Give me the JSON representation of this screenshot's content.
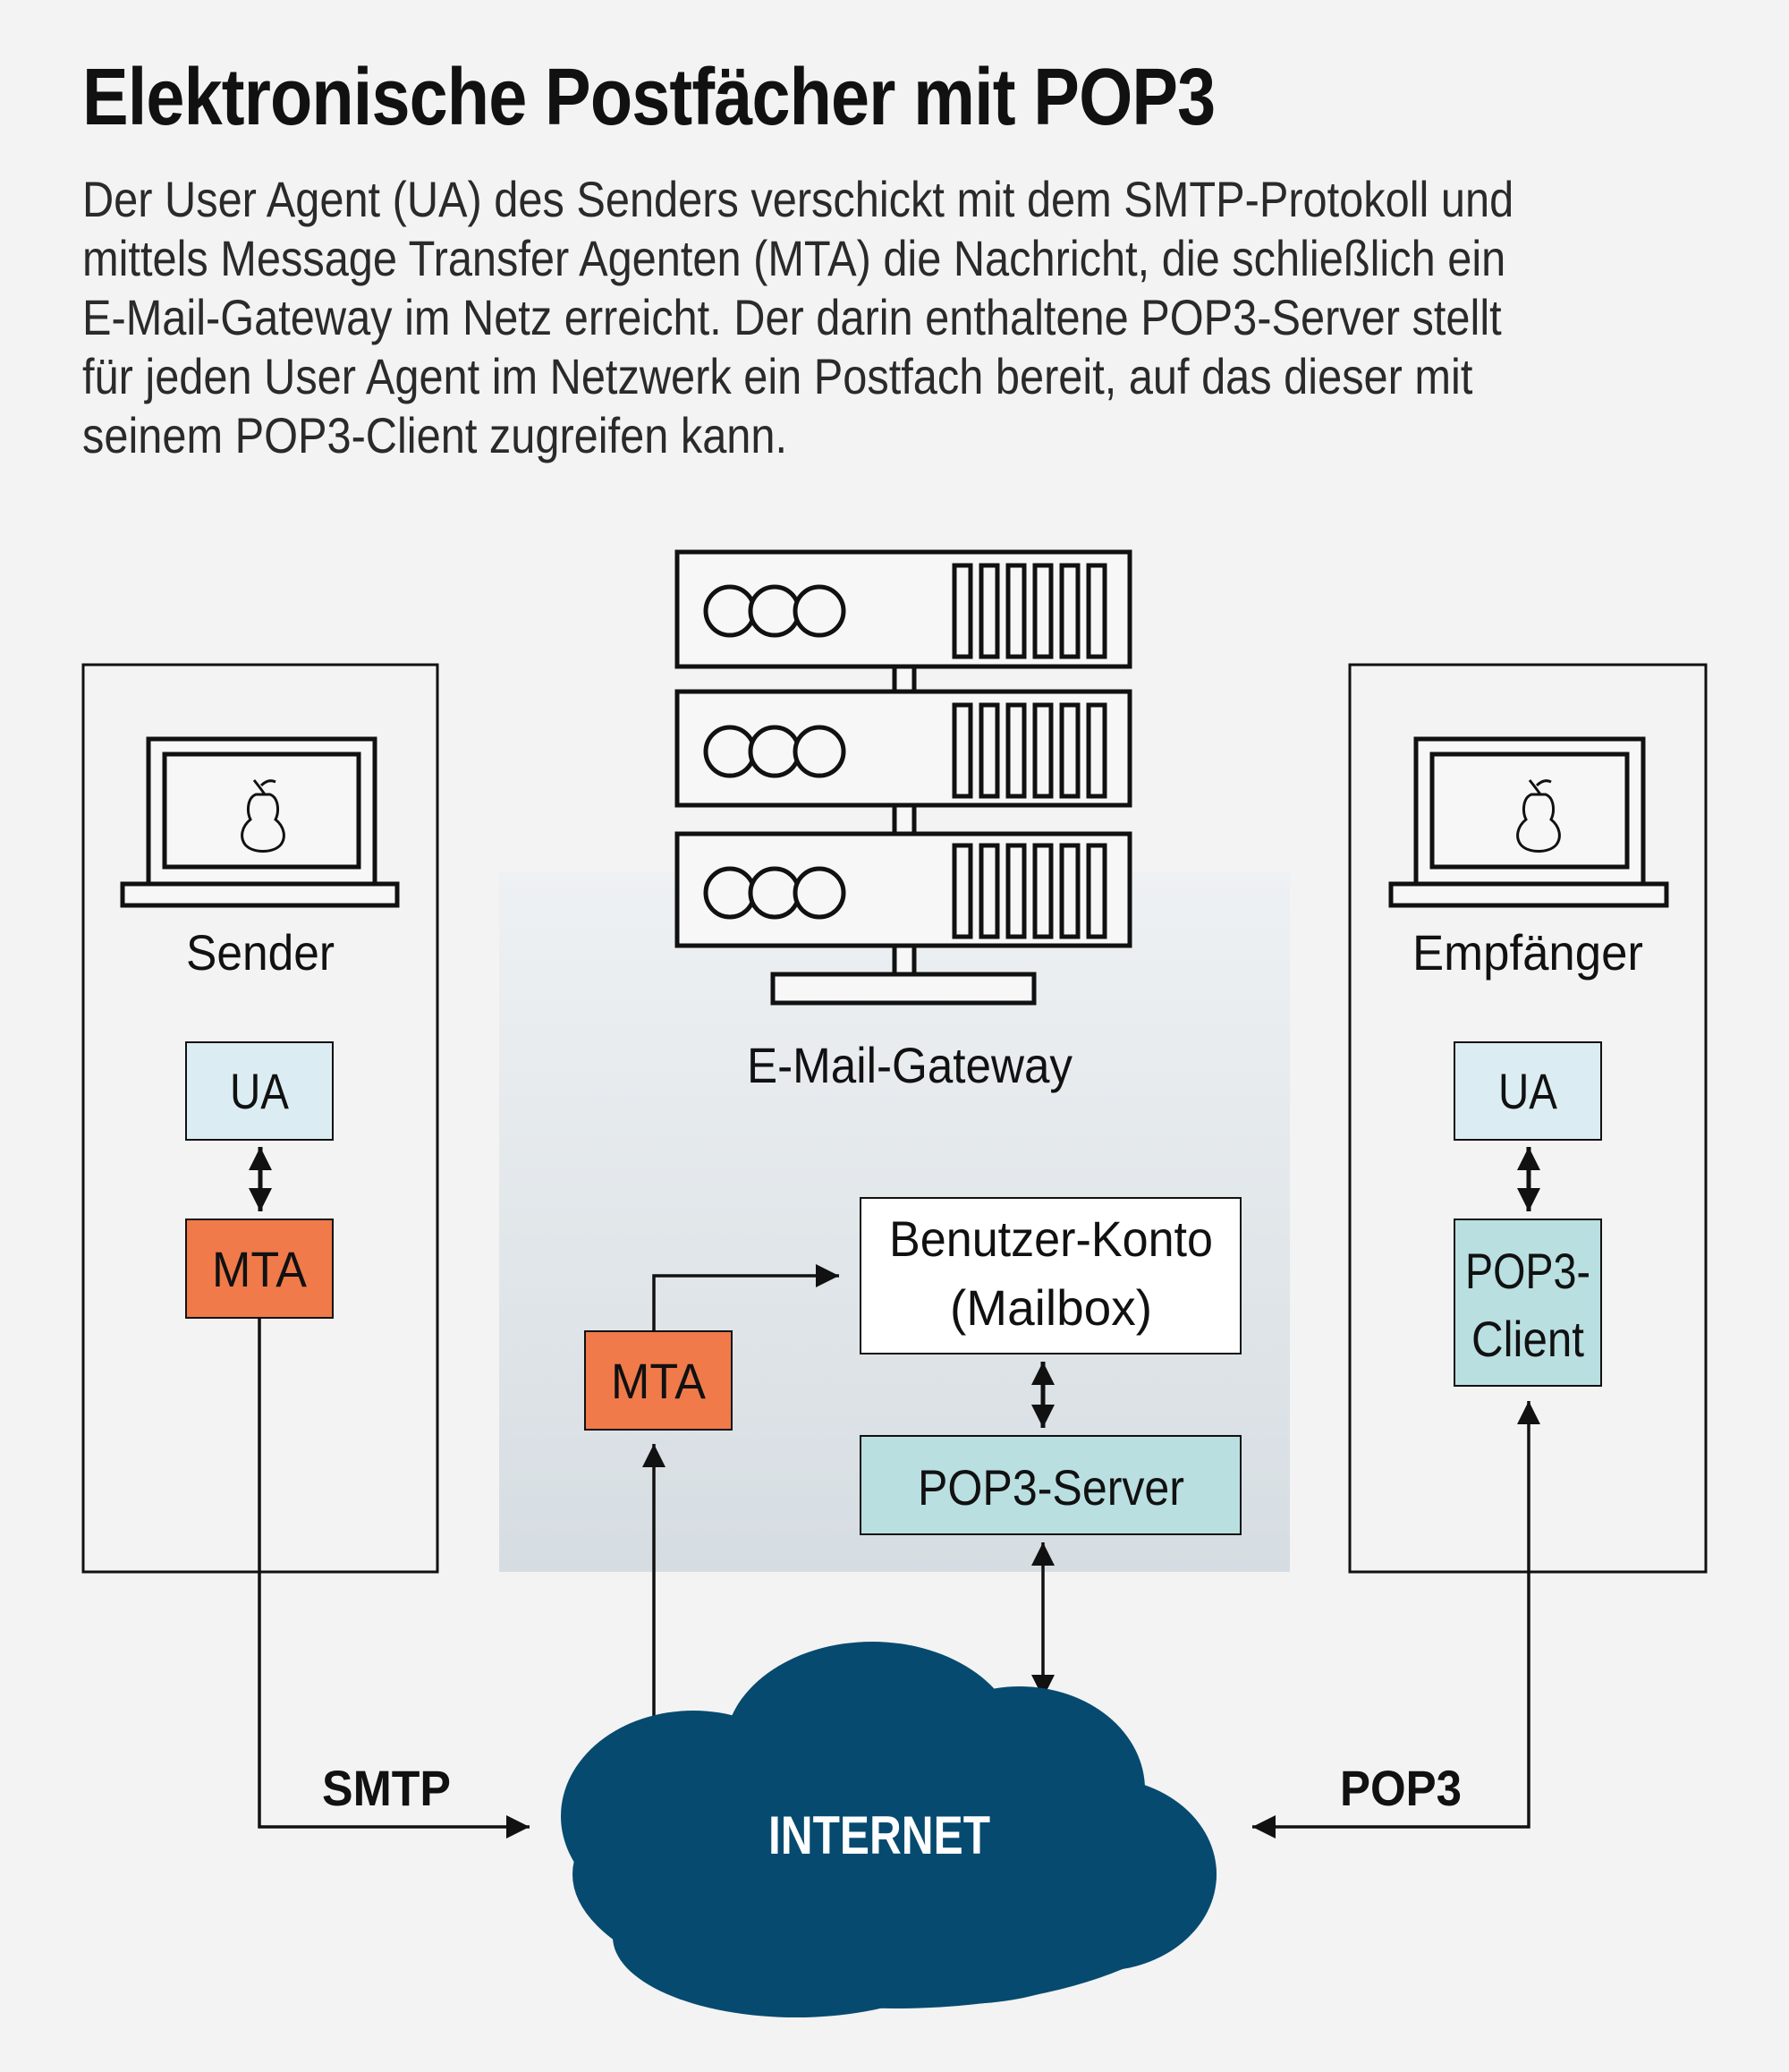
{
  "title": "Elektronische Postfächer mit POP3",
  "intro": [
    "Der User Agent (UA) des Senders verschickt mit dem SMTP-Protokoll und",
    "mittels Message Transfer Agenten (MTA) die Nachricht, die schließlich ein",
    "E-Mail-Gateway im Netz erreicht. Der darin enthaltene POP3-Server stellt",
    "für jeden User Agent im Netzwerk ein Postfach bereit, auf das dieser mit",
    "seinem POP3-Client zugreifen kann."
  ],
  "sender": {
    "label": "Sender",
    "ua": "UA",
    "mta": "MTA"
  },
  "gateway": {
    "label": "E-Mail-Gateway",
    "mta": "MTA",
    "mailbox_line1": "Benutzer-Konto",
    "mailbox_line2": "(Mailbox)",
    "pop3_server": "POP3-Server"
  },
  "receiver": {
    "label": "Empfänger",
    "ua": "UA",
    "client_line1": "POP3-",
    "client_line2": "Client"
  },
  "internet": "INTERNET",
  "protocols": {
    "smtp": "SMTP",
    "pop3": "POP3"
  },
  "colors": {
    "mta": "#f07a4a",
    "ua": "#dbedf2",
    "pop3": "#b9dfe1",
    "cloud": "#064a70",
    "gateway_top": "#eef1f3",
    "gateway_bottom": "#d6dde2"
  },
  "icons": {
    "computer": "laptop-icon",
    "logo": "pear-logo",
    "server": "server-rack-icon",
    "cloud": "cloud-icon"
  }
}
